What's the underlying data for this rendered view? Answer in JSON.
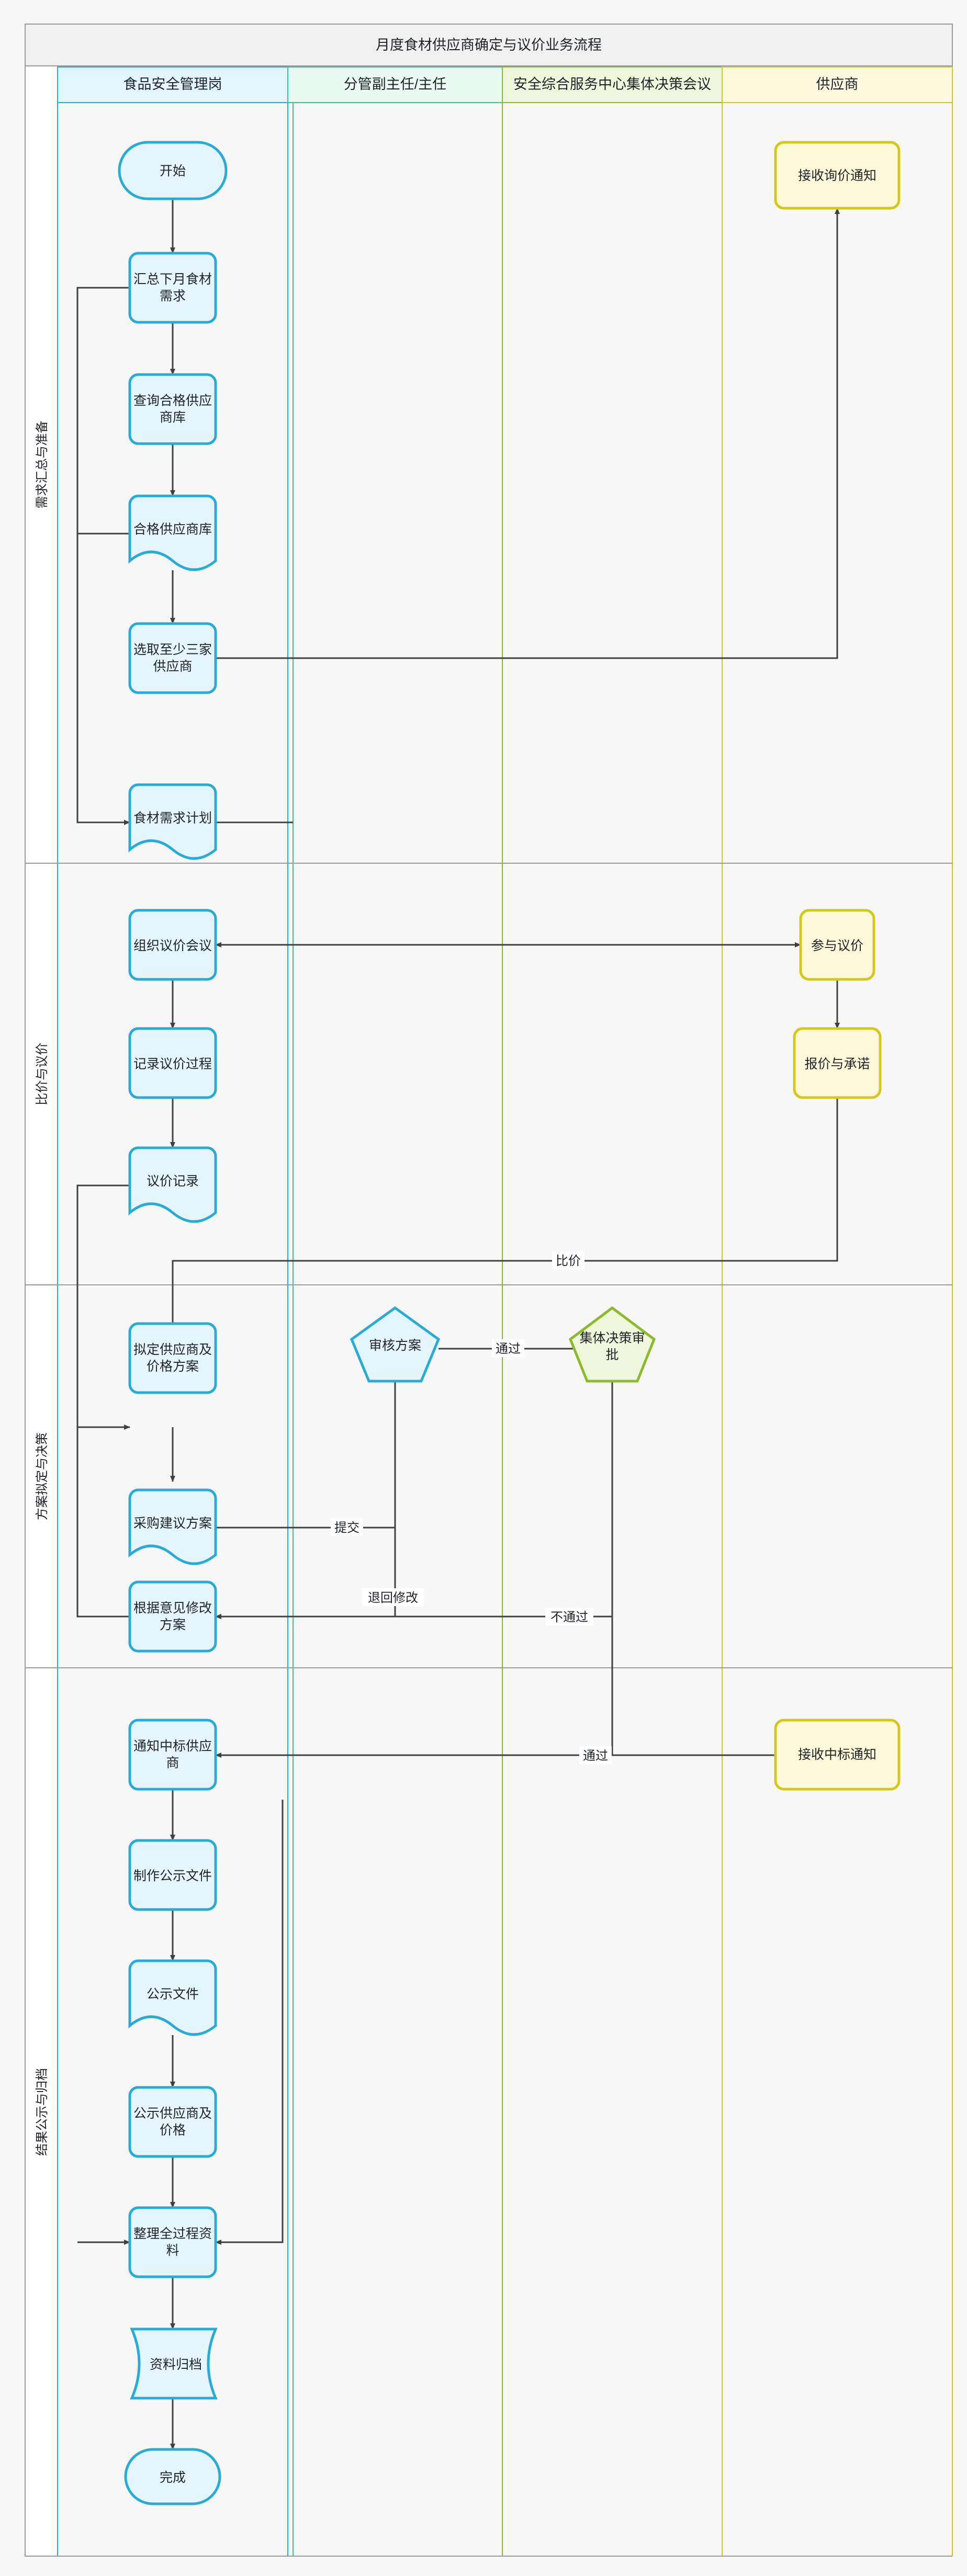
{
  "diagram": {
    "title": "月度食材供应商确定与议价业务流程",
    "type": "cross-functional-flowchart",
    "colors": {
      "lane1_fill": "#e3f5fc",
      "lane1_stroke": "#29abd6",
      "lane2_fill": "#e8faf2",
      "lane2_stroke": "#3fbf9a",
      "lane3_fill": "#eef7dc",
      "lane3_stroke": "#8cba2e",
      "lane4_fill": "#fdf8dd",
      "lane4_stroke": "#d4c81d",
      "node_blue_fill": "#e4f6fc",
      "node_blue_stroke": "#29abd6",
      "node_yellow_fill": "#fdf8d8",
      "node_yellow_stroke": "#d4c81d",
      "node_green_fill": "#eef7dc",
      "node_green_stroke": "#8cba2e",
      "edge_color": "#404040",
      "title_bar_fill": "#f0f0f0",
      "title_bar_stroke": "#9a9a9a",
      "phase_divider": "#9a9a9a",
      "page_bg": "#f7f7f7"
    },
    "lanes": [
      {
        "id": "lane1",
        "label": "食品安全管理岗"
      },
      {
        "id": "lane2",
        "label": "分管副主任/主任"
      },
      {
        "id": "lane3",
        "label": "安全综合服务中心集体决策会议"
      },
      {
        "id": "lane4",
        "label": "供应商"
      }
    ],
    "phases": [
      {
        "id": "phase1",
        "label": "需求汇总与准备"
      },
      {
        "id": "phase2",
        "label": "比价与议价"
      },
      {
        "id": "phase3",
        "label": "方案拟定与决策"
      },
      {
        "id": "phase4",
        "label": "结果公示与归档"
      }
    ],
    "nodes": [
      {
        "id": "n1",
        "label": "开始",
        "shape": "terminator",
        "lane": "lane1",
        "phase": "phase1",
        "color": "blue"
      },
      {
        "id": "n2",
        "label": "汇总下月食材需求",
        "shape": "process",
        "lane": "lane1",
        "phase": "phase1",
        "color": "blue"
      },
      {
        "id": "n3",
        "label": "查询合格供应商库",
        "shape": "process",
        "lane": "lane1",
        "phase": "phase1",
        "color": "blue"
      },
      {
        "id": "n4",
        "label": "合格供应商库",
        "shape": "document",
        "lane": "lane1",
        "phase": "phase1",
        "color": "blue"
      },
      {
        "id": "n5",
        "label": "选取至少三家供应商",
        "shape": "process",
        "lane": "lane1",
        "phase": "phase1",
        "color": "blue"
      },
      {
        "id": "n6",
        "label": "食材需求计划",
        "shape": "document",
        "lane": "lane1",
        "phase": "phase1",
        "color": "blue"
      },
      {
        "id": "n7",
        "label": "接收询价通知",
        "shape": "process",
        "lane": "lane4",
        "phase": "phase1",
        "color": "yellow"
      },
      {
        "id": "n8",
        "label": "组织议价会议",
        "shape": "process",
        "lane": "lane1",
        "phase": "phase2",
        "color": "blue"
      },
      {
        "id": "n9",
        "label": "记录议价过程",
        "shape": "process",
        "lane": "lane1",
        "phase": "phase2",
        "color": "blue"
      },
      {
        "id": "n10",
        "label": "议价记录",
        "shape": "document",
        "lane": "lane1",
        "phase": "phase2",
        "color": "blue"
      },
      {
        "id": "n11",
        "label": "参与议价",
        "shape": "process",
        "lane": "lane4",
        "phase": "phase2",
        "color": "yellow"
      },
      {
        "id": "n12",
        "label": "报价与承诺",
        "shape": "process",
        "lane": "lane4",
        "phase": "phase2",
        "color": "yellow"
      },
      {
        "id": "n13",
        "label": "拟定供应商及价格方案",
        "shape": "process",
        "lane": "lane1",
        "phase": "phase3",
        "color": "blue"
      },
      {
        "id": "n14",
        "label": "采购建议方案",
        "shape": "document",
        "lane": "lane1",
        "phase": "phase3",
        "color": "blue"
      },
      {
        "id": "n15",
        "label": "根据意见修改方案",
        "shape": "process",
        "lane": "lane1",
        "phase": "phase3",
        "color": "blue"
      },
      {
        "id": "n16",
        "label": "审核方案",
        "shape": "decision",
        "lane": "lane2",
        "phase": "phase3",
        "color": "blue"
      },
      {
        "id": "n17",
        "label": "集体决策审批",
        "shape": "decision",
        "lane": "lane3",
        "phase": "phase3",
        "color": "green"
      },
      {
        "id": "n18",
        "label": "通知中标供应商",
        "shape": "process",
        "lane": "lane1",
        "phase": "phase4",
        "color": "blue"
      },
      {
        "id": "n19",
        "label": "制作公示文件",
        "shape": "process",
        "lane": "lane1",
        "phase": "phase4",
        "color": "blue"
      },
      {
        "id": "n20",
        "label": "公示文件",
        "shape": "document",
        "lane": "lane1",
        "phase": "phase4",
        "color": "blue"
      },
      {
        "id": "n21",
        "label": "公示供应商及价格",
        "shape": "process",
        "lane": "lane1",
        "phase": "phase4",
        "color": "blue"
      },
      {
        "id": "n22",
        "label": "整理全过程资料",
        "shape": "process",
        "lane": "lane1",
        "phase": "phase4",
        "color": "blue"
      },
      {
        "id": "n23",
        "label": "资料归档",
        "shape": "stored-data",
        "lane": "lane1",
        "phase": "phase4",
        "color": "blue"
      },
      {
        "id": "n24",
        "label": "接收中标通知",
        "shape": "process",
        "lane": "lane4",
        "phase": "phase4",
        "color": "yellow"
      },
      {
        "id": "n25",
        "label": "完成",
        "shape": "terminator",
        "lane": "lane1",
        "phase": "phase4",
        "color": "blue"
      }
    ],
    "edge_labels": [
      {
        "id": "e_bijia",
        "label": "比价"
      },
      {
        "id": "e_tijiao",
        "label": "提交"
      },
      {
        "id": "e_tuihui",
        "label": "退回修改"
      },
      {
        "id": "e_tongguo1",
        "label": "通过"
      },
      {
        "id": "e_butong",
        "label": "不通过"
      },
      {
        "id": "e_tongguo2",
        "label": "通过"
      }
    ]
  }
}
